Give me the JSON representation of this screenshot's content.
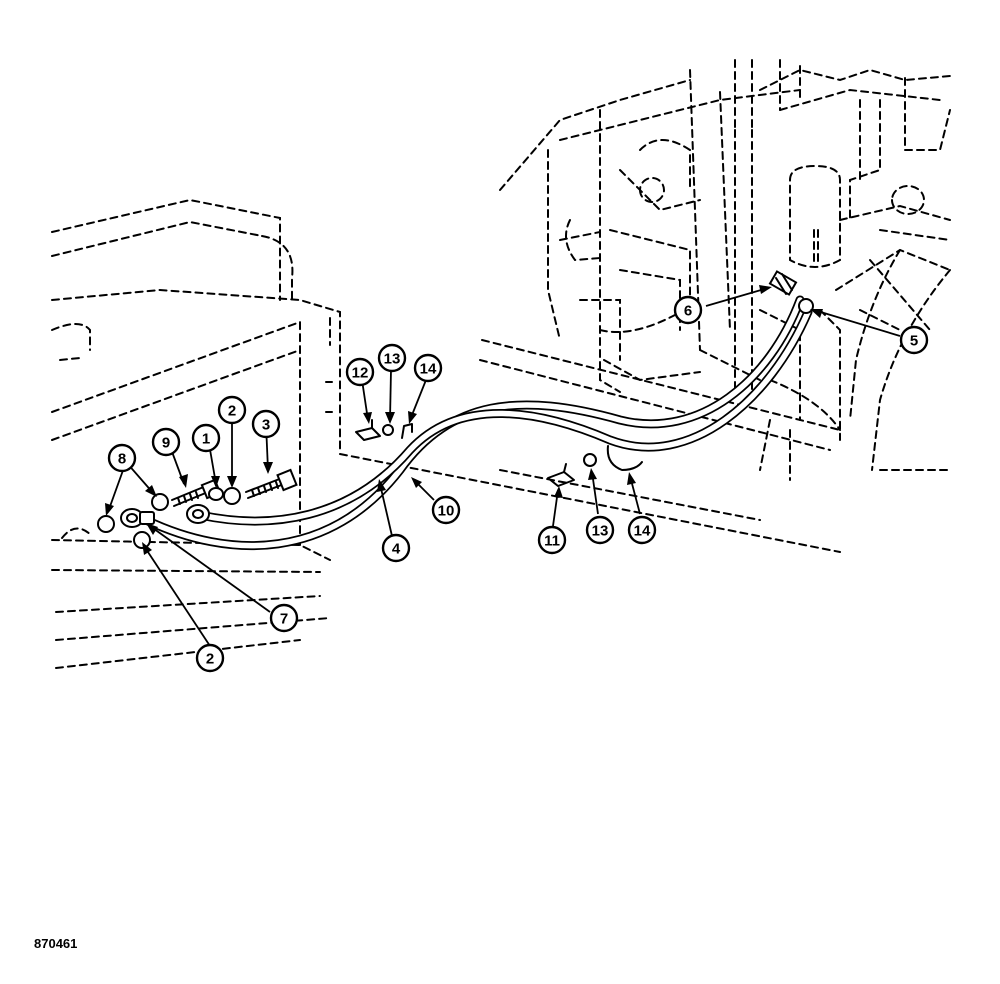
{
  "figure_id": "870461",
  "callouts": [
    {
      "label": "1"
    },
    {
      "label": "2"
    },
    {
      "label": "2"
    },
    {
      "label": "3"
    },
    {
      "label": "4"
    },
    {
      "label": "5"
    },
    {
      "label": "6"
    },
    {
      "label": "7"
    },
    {
      "label": "8"
    },
    {
      "label": "9"
    },
    {
      "label": "10"
    },
    {
      "label": "11"
    },
    {
      "label": "12"
    },
    {
      "label": "13"
    },
    {
      "label": "13"
    },
    {
      "label": "14"
    },
    {
      "label": "14"
    }
  ]
}
